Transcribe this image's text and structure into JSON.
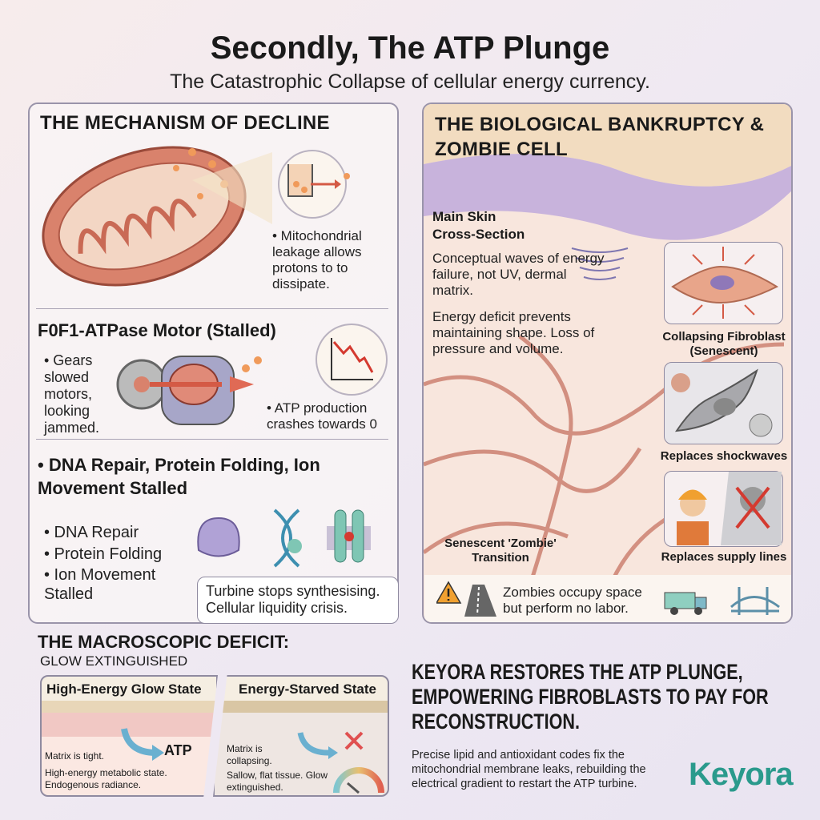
{
  "header": {
    "title": "Secondly, The ATP Plunge",
    "subtitle": "The Catastrophic Collapse of cellular energy currency."
  },
  "mechanism": {
    "heading": "THE MECHANISM OF DECLINE",
    "mito_note": "• Mitochondrial leakage allows protons to to dissipate.",
    "motor_heading": "F0F1-ATPase Motor (Stalled)",
    "gears_note": "• Gears slowed motors, looking jammed.",
    "atp_note": "• ATP production crashes towards 0",
    "stalled_heading": "• DNA Repair, Protein Folding, Ion Movement Stalled",
    "stalled_items": [
      "• DNA Repair",
      "• Protein Folding",
      "• Ion Movement Stalled"
    ],
    "turbine_note": "Turbine stops synthesising. Cellular liquidity crisis."
  },
  "bankruptcy": {
    "heading": "THE BIOLOGICAL BANKRUPTCY & ZOMBIE CELL",
    "skin_label": "Main Skin Cross-Section",
    "waves_note": "Conceptual waves of energy failure, not UV, dermal matrix.",
    "deficit_note": "Energy deficit prevents maintaining shape. Loss of pressure and volume.",
    "zombie_label": "Senescent 'Zombie' Transition",
    "cards": [
      "Collapsing Fibroblast (Senescent)",
      "Replaces shockwaves",
      "Replaces supply lines"
    ],
    "footer_note": "Zombies occupy space but perform no labor."
  },
  "macro": {
    "heading": "THE MACROSCOPIC DEFICIT:",
    "subheading": "GLOW EXTINGUISHED",
    "glow": {
      "title": "High-Energy Glow State",
      "note1": "Matrix is tight.",
      "atp": "ATP",
      "note2": "High-energy metabolic state. Endogenous radiance."
    },
    "starved": {
      "title": "Energy-Starved State",
      "note1": "Matrix is collapsing.",
      "note2": "Sallow, flat tissue. Glow extinguished."
    }
  },
  "cta": {
    "headline": "KEYORA RESTORES THE ATP PLUNGE, EMPOWERING FIBROBLASTS TO PAY FOR RECONSTRUCTION.",
    "body": "Precise lipid and antioxidant codes fix the mitochondrial membrane leaks, rebuilding the electrical gradient to restart the ATP turbine.",
    "logo": "Keyora"
  },
  "colors": {
    "teal": "#2a9a8c",
    "salmon": "#d97a66",
    "purple": "#b8a6d6"
  }
}
